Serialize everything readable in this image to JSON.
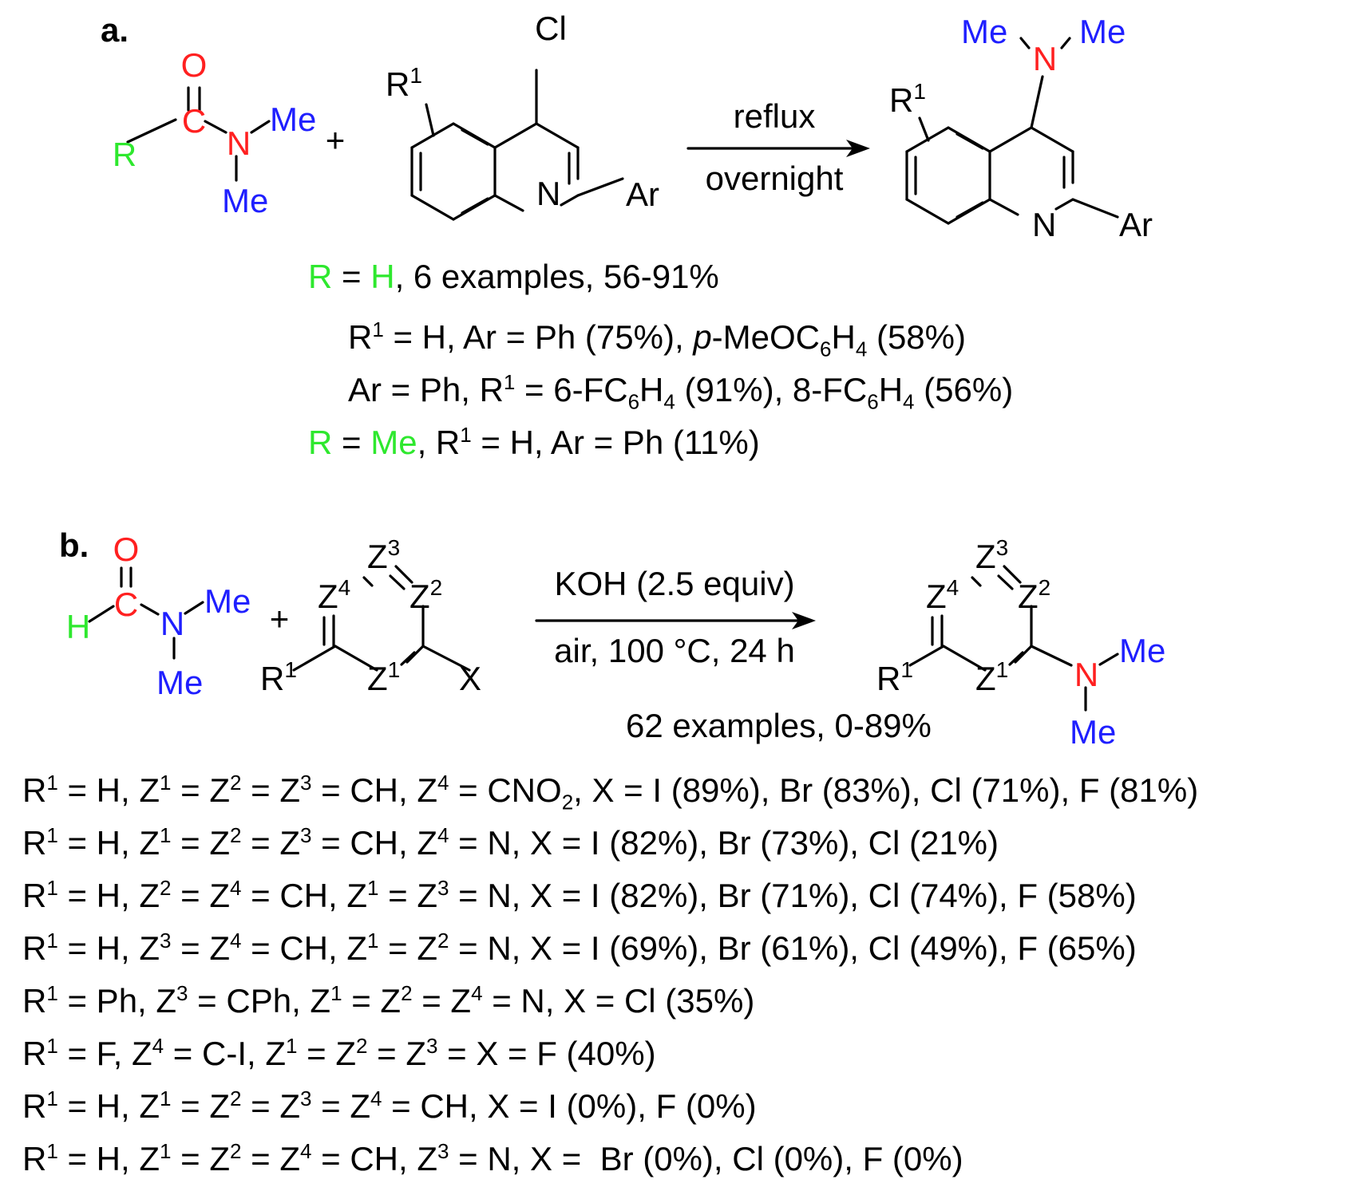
{
  "colors": {
    "oxygen": "#ff2020",
    "carbonyl": "#ff2020",
    "nitrogen_amide": "#ff2020",
    "rgroup": "#2ee82e",
    "methyl": "#1f1fff",
    "bond": "#000000"
  },
  "part_a": {
    "label": "a.",
    "reagent": {
      "O": "O",
      "C": "C",
      "N": "N",
      "R": "R",
      "Me_top": "Me",
      "Me_bottom": "Me"
    },
    "plus": "+",
    "quinoline": {
      "Cl": "Cl",
      "R": "R",
      "R_sup": "1",
      "N": "N",
      "Ar": "Ar"
    },
    "conditions": {
      "above": "reflux",
      "below": "overnight"
    },
    "product": {
      "Me_left": "Me",
      "N_amine": "N",
      "Me_right": "Me",
      "R": "R",
      "R_sup": "1",
      "N_ring": "N",
      "Ar": "Ar"
    },
    "results": {
      "l1": {
        "R": "R",
        "eq": " = ",
        "H": "H",
        "rest": ", 6 examples, 56-91%"
      },
      "l2": {
        "a": "R",
        "a_sup": "1",
        "b": " = H, Ar = Ph (75%), ",
        "c_italic": "p",
        "d": "-MeOC",
        "d_sub": "6",
        "e": "H",
        "e_sub": "4",
        "f": " (58%)"
      },
      "l3": {
        "a": "Ar = Ph, R",
        "a_sup": "1",
        "b": " = 6-FC",
        "b_sub": "6",
        "c": "H",
        "c_sub": "4",
        "d": " (91%), 8-FC",
        "d_sub": "6",
        "e": "H",
        "e_sub": "4",
        "f": " (56%)"
      },
      "l4": {
        "R": "R",
        "eq": " = ",
        "Me": "Me",
        "a": ", R",
        "a_sup": "1",
        "b": " = H, Ar = Ph (11%)"
      }
    }
  },
  "part_b": {
    "label": "b.",
    "reagent": {
      "O": "O",
      "C": "C",
      "H": "H",
      "N": "N",
      "Me_top": "Me",
      "Me_bottom": "Me"
    },
    "plus": "+",
    "ring": {
      "Z3": "Z",
      "Z3_sup": "3",
      "Z4": "Z",
      "Z4_sup": "4",
      "Z2": "Z",
      "Z2_sup": "2",
      "Z1": "Z",
      "Z1_sup": "1",
      "R": "R",
      "R_sup": "1",
      "X": "X"
    },
    "conditions": {
      "above": "KOH (2.5 equiv)",
      "below": "air, 100 °C, 24 h"
    },
    "product": {
      "Z3": "Z",
      "Z3_sup": "3",
      "Z4": "Z",
      "Z4_sup": "4",
      "Z2": "Z",
      "Z2_sup": "2",
      "Z1": "Z",
      "Z1_sup": "1",
      "R": "R",
      "R_sup": "1",
      "N": "N",
      "Me_top": "Me",
      "Me_bottom": "Me"
    },
    "summary": "62 examples, 0-89%",
    "rows": [
      {
        "pre": "R",
        "segments": [
          {
            "s": "1",
            "t": " = H, Z"
          },
          {
            "s": "1",
            "t": " = Z"
          },
          {
            "s": "2",
            "t": " = Z"
          },
          {
            "s": "3",
            "t": " = CH, Z"
          },
          {
            "s": "4",
            "t": " = CNO"
          },
          {
            "b": "2",
            "t": ", X = I (89%), Br (83%), Cl (71%), F (81%)"
          }
        ]
      },
      {
        "pre": "R",
        "segments": [
          {
            "s": "1",
            "t": " = H, Z"
          },
          {
            "s": "1",
            "t": " = Z"
          },
          {
            "s": "2",
            "t": " = Z"
          },
          {
            "s": "3",
            "t": " = CH, Z"
          },
          {
            "s": "4",
            "t": " = N, X = I (82%), Br (73%), Cl (21%)"
          }
        ]
      },
      {
        "pre": "R",
        "segments": [
          {
            "s": "1",
            "t": " = H, Z"
          },
          {
            "s": "2",
            "t": " = Z"
          },
          {
            "s": "4",
            "t": " = CH, Z"
          },
          {
            "s": "1",
            "t": " = Z"
          },
          {
            "s": "3",
            "t": " = N, X = I (82%), Br (71%), Cl (74%), F (58%)"
          }
        ]
      },
      {
        "pre": "R",
        "segments": [
          {
            "s": "1",
            "t": " = H, Z"
          },
          {
            "s": "3",
            "t": " = Z"
          },
          {
            "s": "4",
            "t": " = CH, Z"
          },
          {
            "s": "1",
            "t": " = Z"
          },
          {
            "s": "2",
            "t": " = N, X = I (69%), Br (61%), Cl (49%), F (65%)"
          }
        ]
      },
      {
        "pre": "R",
        "segments": [
          {
            "s": "1",
            "t": " = Ph, Z"
          },
          {
            "s": "3",
            "t": " = CPh, Z"
          },
          {
            "s": "1",
            "t": " = Z"
          },
          {
            "s": "2",
            "t": " = Z"
          },
          {
            "s": "4",
            "t": " = N, X = Cl (35%)"
          }
        ]
      },
      {
        "pre": "R",
        "segments": [
          {
            "s": "1",
            "t": " = F, Z"
          },
          {
            "s": "4",
            "t": " = C-I, Z"
          },
          {
            "s": "1",
            "t": " = Z"
          },
          {
            "s": "2",
            "t": " = Z"
          },
          {
            "s": "3",
            "t": " = X = F (40%)"
          }
        ]
      },
      {
        "pre": "R",
        "segments": [
          {
            "s": "1",
            "t": " = H, Z"
          },
          {
            "s": "1",
            "t": " = Z"
          },
          {
            "s": "2",
            "t": " = Z"
          },
          {
            "s": "3",
            "t": " = Z"
          },
          {
            "s": "4",
            "t": " = CH, X = I (0%), F (0%)"
          }
        ]
      },
      {
        "pre": "R",
        "segments": [
          {
            "s": "1",
            "t": " = H, Z"
          },
          {
            "s": "1",
            "t": " = Z"
          },
          {
            "s": "2",
            "t": " = Z"
          },
          {
            "s": "4",
            "t": " = CH, Z"
          },
          {
            "s": "3",
            "t": " = N, X =  Br (0%), Cl (0%), F (0%)"
          }
        ]
      }
    ]
  }
}
